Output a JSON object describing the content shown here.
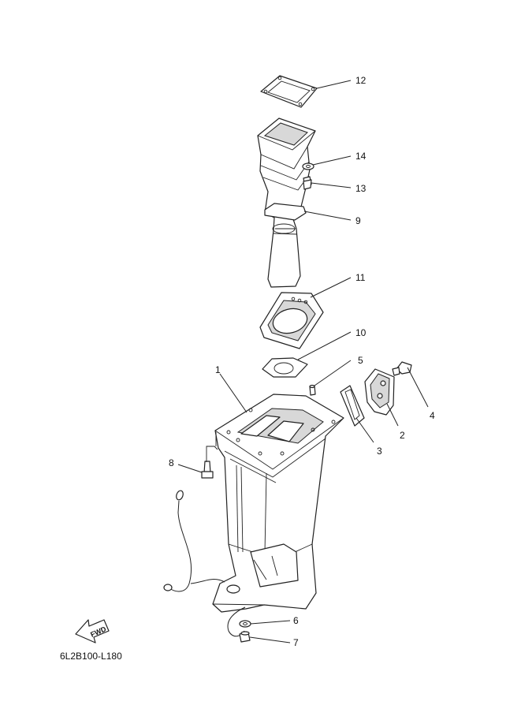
{
  "callouts": [
    "12",
    "14",
    "13",
    "9",
    "11",
    "10",
    "5",
    "1",
    "4",
    "2",
    "3",
    "8",
    "6",
    "7"
  ],
  "fwd_label": "FWD",
  "diagram_code": "6L2B100-L180"
}
